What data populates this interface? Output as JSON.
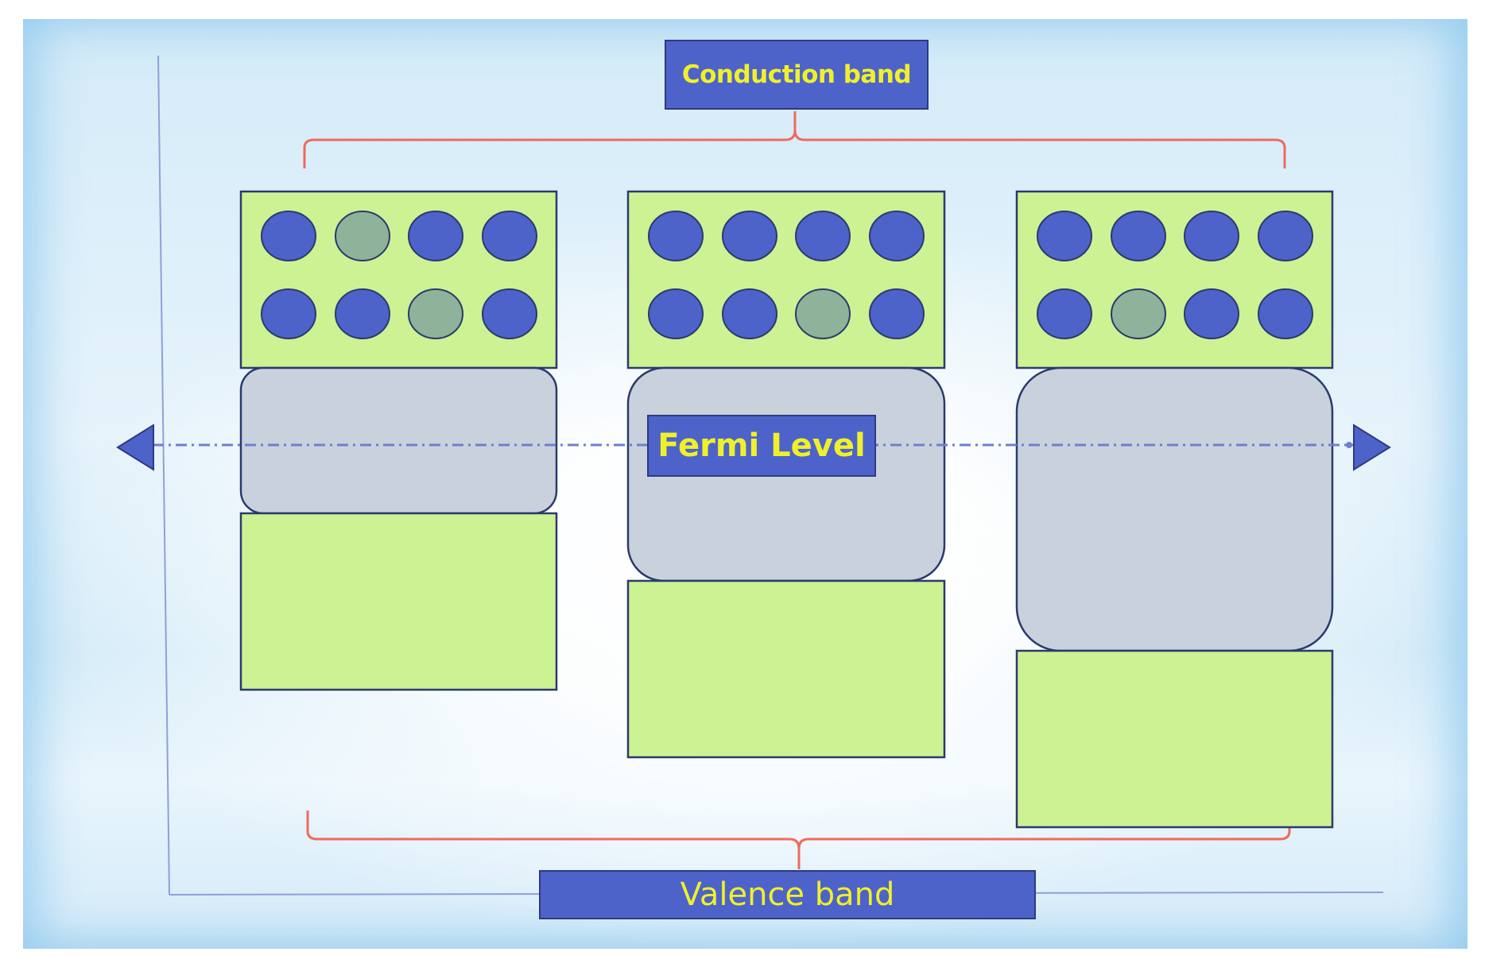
{
  "labels": {
    "conduction_band": "Conduction band",
    "fermi_level": "Fermi Level",
    "valence_band": "Valence band"
  },
  "colors": {
    "band_fill": "#ccf294",
    "band_stroke": "#2b3a6e",
    "electron": "#4d63c9",
    "vacancy": "#8fb29b",
    "gap_fill": "#c9d2dc",
    "label_fill": "#4d63c9",
    "label_text": "#f0f02a",
    "bracket": "#ef6a5c",
    "fermi_line": "#6d7fd0",
    "arrow": "#4d63c9"
  },
  "columns": [
    {
      "name": "column-1",
      "vacancies": [
        1,
        6
      ]
    },
    {
      "name": "column-2",
      "vacancies": [
        6
      ]
    },
    {
      "name": "column-3",
      "vacancies": [
        5
      ]
    }
  ]
}
